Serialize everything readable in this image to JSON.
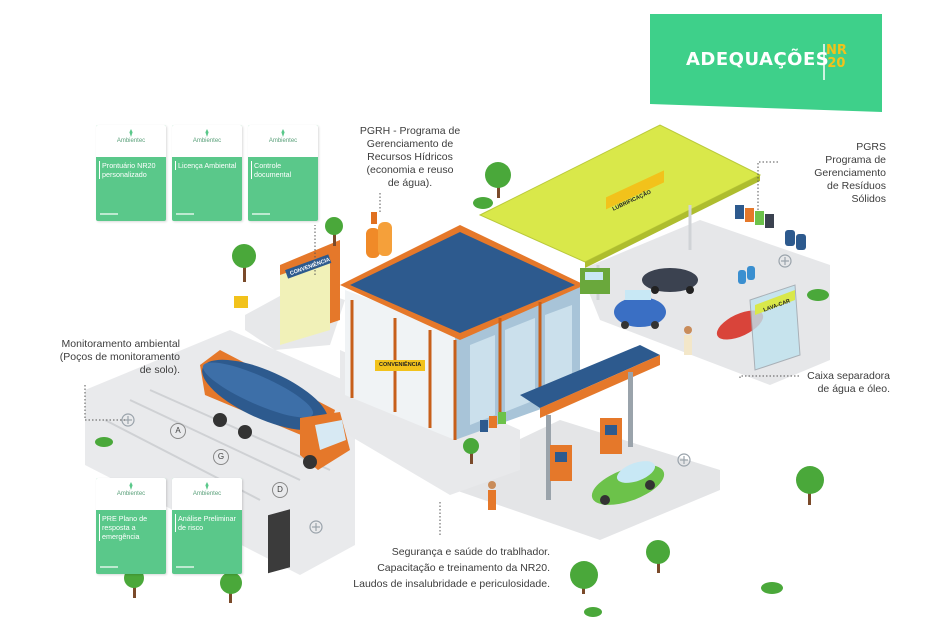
{
  "banner": {
    "title": "ADEQUAÇÕES",
    "nr_line1": "NR",
    "nr_line2": "20",
    "color": "#3ed08a"
  },
  "cards": [
    {
      "brand": "Ambientec",
      "title": "Prontuário NR20 personalizado"
    },
    {
      "brand": "Ambientec",
      "title": "Licença Ambiental"
    },
    {
      "brand": "Ambientec",
      "title": "Controle documental"
    },
    {
      "brand": "Ambientec",
      "title": "PRE Plano de resposta a emergência"
    },
    {
      "brand": "Ambientec",
      "title": "Análise Preliminar de risco"
    }
  ],
  "labels": {
    "pgrh": [
      "PGRH - Programa de",
      "Gerenciamento de",
      "Recursos Hídricos",
      "(economia e reuso",
      "de água)."
    ],
    "pgrs": [
      "PGRS",
      "Programa de",
      "Gerenciamento",
      "de Resíduos",
      "Sólidos"
    ],
    "monitoramento": [
      "Monitoramento ambiental",
      "(Poços de monitoramento",
      "de solo)."
    ],
    "caixa": [
      "Caixa separadora",
      "de água e óleo."
    ],
    "seguranca": [
      "Segurança e saúde do trablhador.",
      "Capacitação e treinamento da NR20.",
      "Laudos de insalubridade e periculosidade."
    ]
  },
  "signs": {
    "lubrificacao": "LUBRIFICAÇÃO",
    "conveniencia": "CONVENIÊNCIA",
    "conveniencia2": "CONVENIÊNCIA",
    "lava_car": "LAVA-CAR"
  },
  "ground_markers": [
    "A",
    "G",
    "D"
  ],
  "colors": {
    "card_green": "#5ac88a",
    "roof_blue": "#2d5a8e",
    "canopy_yellow": "#d9e84a",
    "accent_orange": "#e5782a"
  }
}
